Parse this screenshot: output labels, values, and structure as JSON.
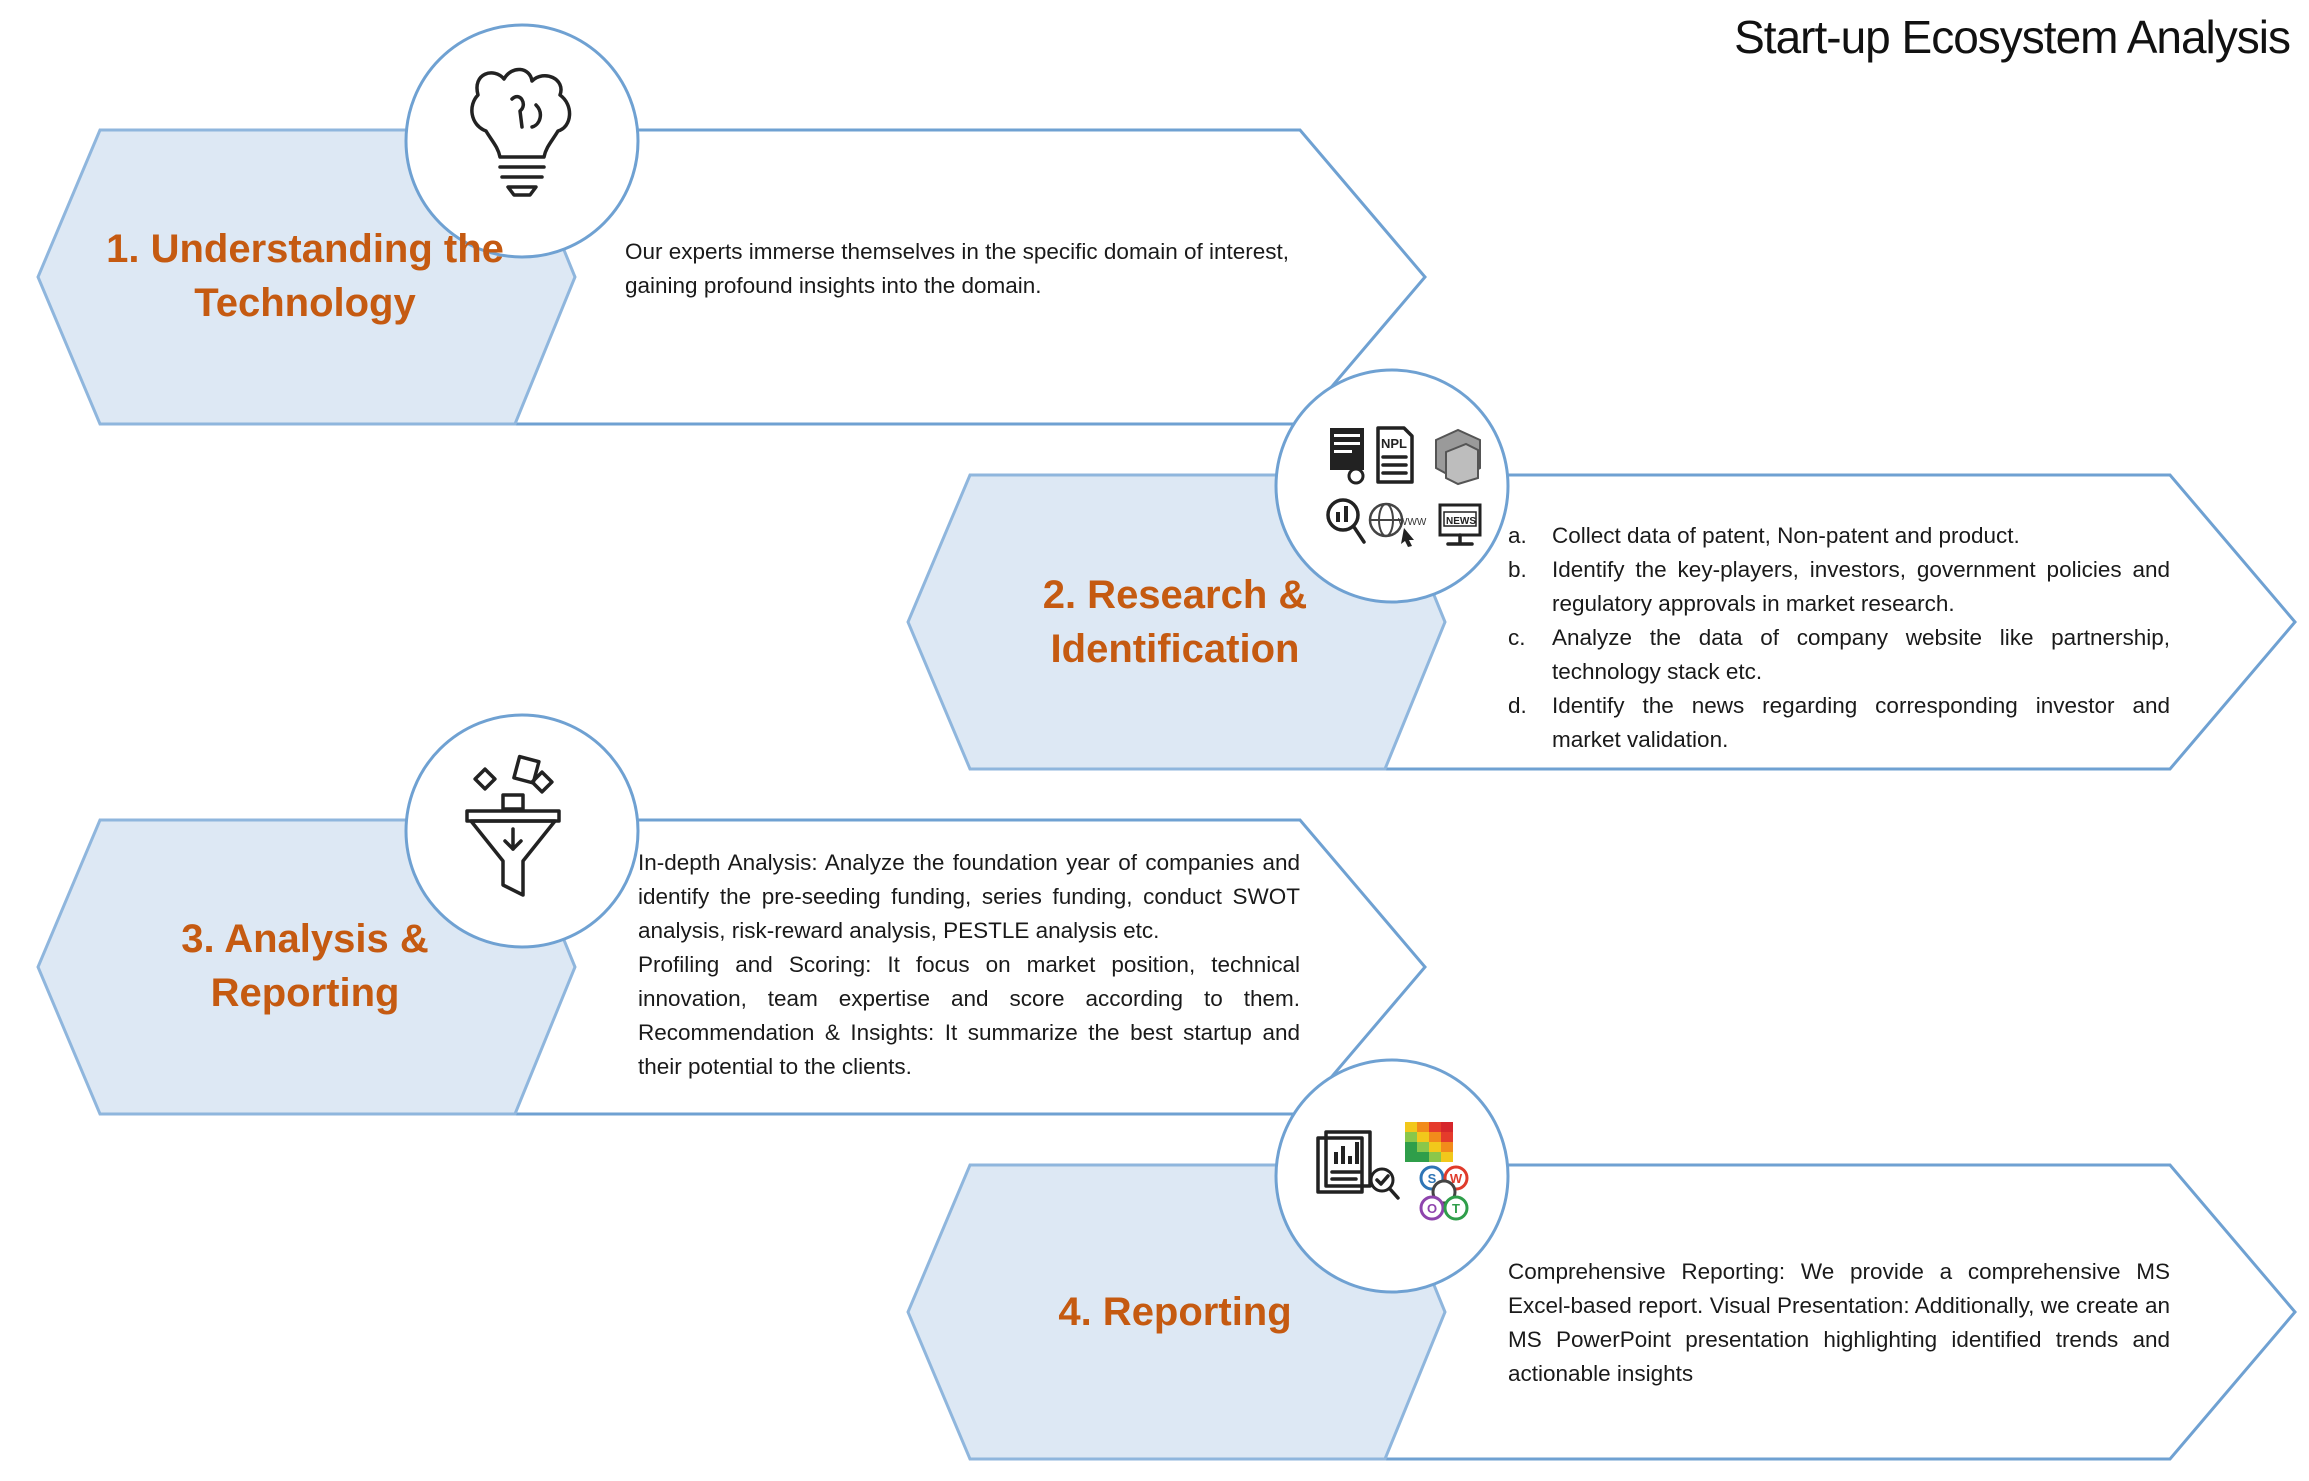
{
  "page_title": "Start-up Ecosystem Analysis",
  "colors": {
    "hexagon_fill": "#dde8f4",
    "outline": "#6fa1d2",
    "heading": "#c55a11",
    "body_text": "#1a1a1a"
  },
  "steps": [
    {
      "title_line1": "1. Understanding the",
      "title_line2": "Technology",
      "icon": "lightbulb-puzzle-icon",
      "text": "Our experts immerse themselves in the specific domain of interest, gaining profound insights into the domain."
    },
    {
      "title_line1": "2. Research &",
      "title_line2": "Identification",
      "icons": [
        "patent-document-icon",
        "npl-document-icon",
        "product-box-icon",
        "data-magnifier-icon",
        "web-globe-icon",
        "news-monitor-icon"
      ],
      "icon_labels": {
        "npl": "NPL",
        "www": "WWW",
        "news": "NEWS"
      },
      "items": [
        {
          "marker": "a.",
          "text": "Collect data of patent, Non-patent and product."
        },
        {
          "marker": "b.",
          "text": "Identify the key-players, investors, government policies and regulatory approvals in market research."
        },
        {
          "marker": "c.",
          "text": "Analyze the data of company website like partnership, technology stack etc."
        },
        {
          "marker": "d.",
          "text": "Identify the news regarding corresponding investor and market validation."
        }
      ]
    },
    {
      "title_line1": "3. Analysis &",
      "title_line2": "Reporting",
      "icon": "filter-funnel-icon",
      "paragraphs": [
        "In-depth Analysis: Analyze the foundation year of companies and identify the pre-seeding funding, series funding, conduct SWOT analysis, risk-reward analysis, PESTLE analysis etc.",
        "Profiling and Scoring: It focus on market position, technical innovation, team expertise and score according to them. Recommendation & Insights: It summarize the best startup and their potential to the clients."
      ]
    },
    {
      "title_line1": "4. Reporting",
      "title_line2": "",
      "icons": [
        "report-chart-icon",
        "heatmap-matrix-icon",
        "swot-circles-icon"
      ],
      "swot_letters": [
        "S",
        "W",
        "O",
        "T"
      ],
      "text": "Comprehensive Reporting: We provide a comprehensive MS Excel-based report. Visual Presentation: Additionally, we create an MS PowerPoint presentation highlighting identified trends and actionable insights"
    }
  ]
}
